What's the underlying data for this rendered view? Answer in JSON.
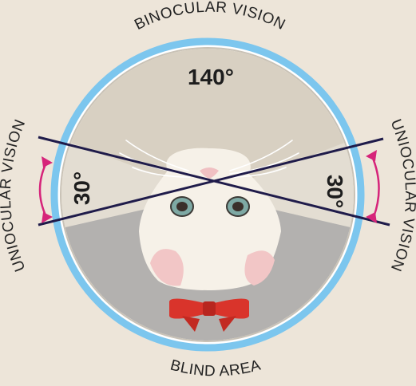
{
  "title_top": "BINOCULAR VISION",
  "label_bottom": "BLIND AREA",
  "label_left": "UNIOCULAR VISION",
  "label_right": "UNIOCULAR VISION",
  "angle_top": "140°",
  "angle_left": "30°",
  "angle_right": "30°",
  "colors": {
    "background": "#ede5d9",
    "ring": "#7cc6ee",
    "binocular_zone": "#d8d0c2",
    "blind_zone": "#b3b1af",
    "sight_lines": "#1f1b4a",
    "arrows": "#d6247a",
    "bow": "#d9342b"
  }
}
